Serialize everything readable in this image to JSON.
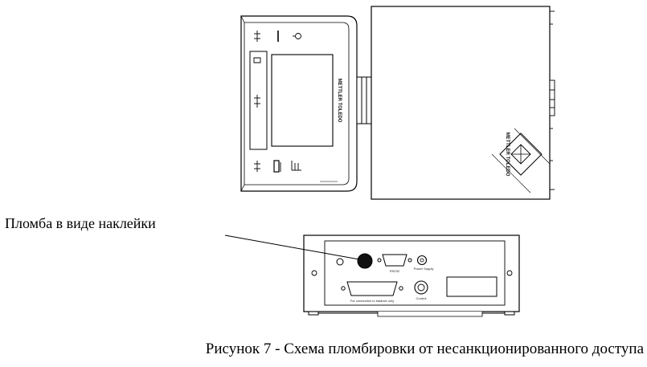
{
  "figure": {
    "callout_label": "Пломба в виде наклейки",
    "caption": "Рисунок 7 - Схема пломбировки от несанкционированного доступа",
    "brand_text": "METTLER TOLEDO",
    "rear_panel_labels": {
      "rs232": "RS232",
      "power": "Power Supply",
      "interface": "For connection to balance only",
      "control": "Control"
    },
    "colors": {
      "line": "#000000",
      "background": "#ffffff"
    }
  }
}
